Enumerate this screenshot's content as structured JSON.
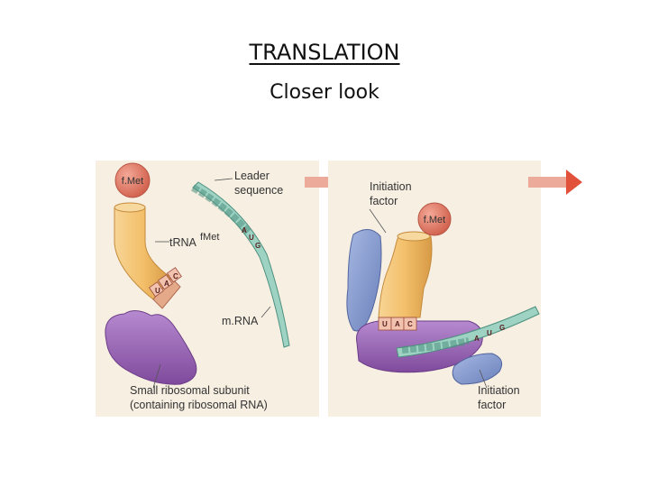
{
  "title": "TRANSLATION",
  "subtitle": "Closer look",
  "panel_left": {
    "fmet_label": "f.Met",
    "trna_label": "tRNA",
    "trna_superscript": "fMet",
    "anticodon": [
      "U",
      "A",
      "C"
    ],
    "leader_sequence_label_line1": "Leader",
    "leader_sequence_label_line2": "sequence",
    "codon": [
      "A",
      "U",
      "G"
    ],
    "mrna_label": "m.RNA",
    "small_subunit_label_line1": "Small ribosomal subunit",
    "small_subunit_label_line2": "(containing ribosomal RNA)"
  },
  "panel_right": {
    "initiation_factor_label_line1": "Initiation",
    "initiation_factor_label_line2": "factor",
    "fmet_label": "f.Met",
    "anticodon": [
      "U",
      "A",
      "C"
    ],
    "codon": [
      "A",
      "U",
      "G"
    ],
    "initiation_factor2_label_line1": "Initiation",
    "initiation_factor2_label_line2": "factor"
  },
  "colors": {
    "panel_bg": "#f6efe2",
    "trna": "#f3bf6a",
    "fmet": "#e07b68",
    "mrna": "#9ed3c4",
    "subunit": "#9c63b6",
    "factor": "#8298cf",
    "arrow": "#e2523b"
  }
}
